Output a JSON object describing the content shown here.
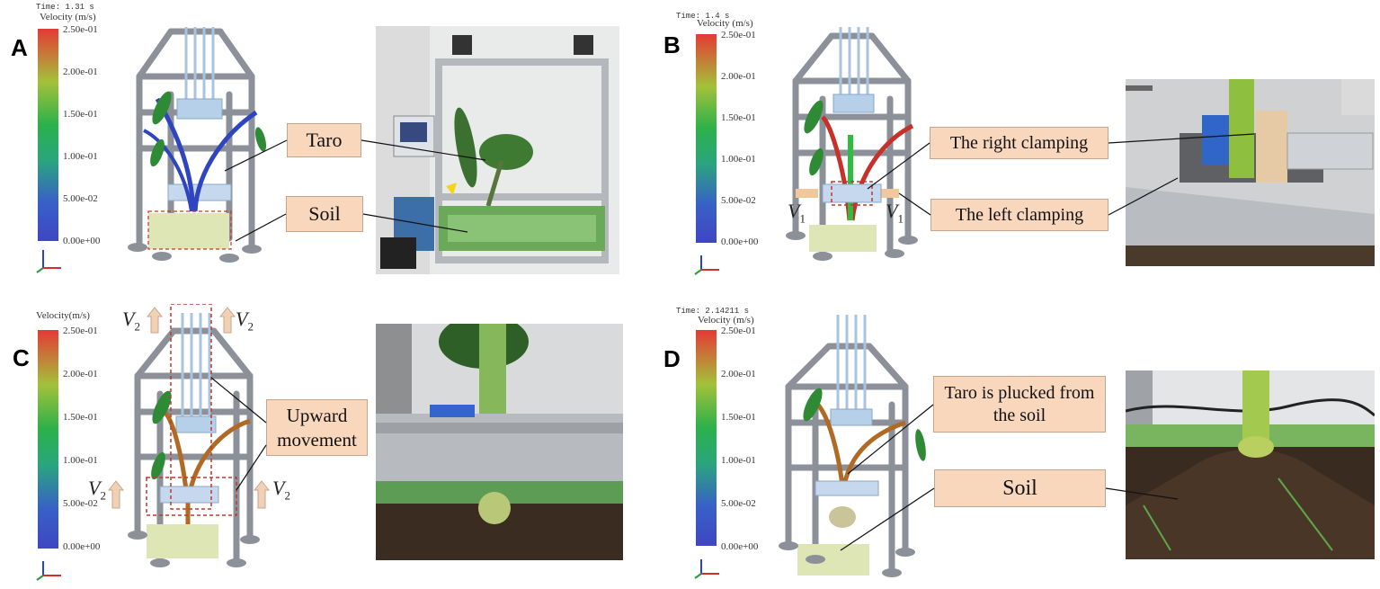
{
  "colorbar": {
    "velocity_label": "Velocity (m/s)",
    "ticks": [
      "2.50e-01",
      "2.00e-01",
      "1.50e-01",
      "1.00e-01",
      "5.00e-02",
      "0.00e+00"
    ],
    "colors": [
      "#e53935",
      "#a4c13a",
      "#2db14a",
      "#2aa57d",
      "#3860c8",
      "#3f46c2"
    ]
  },
  "panels": {
    "A": {
      "letter": "A",
      "time": "Time: 1.31 s",
      "callouts": {
        "taro": "Taro",
        "soil": "Soil"
      }
    },
    "B": {
      "letter": "B",
      "time": "Time: 1.4 s",
      "callouts": {
        "right": "The right clamping",
        "left": "The left clamping"
      },
      "v_symbol": "V",
      "v_sub": "1"
    },
    "C": {
      "letter": "C",
      "velocity_label": "Velocity(m/s)",
      "callouts": {
        "upward": "Upward movement"
      },
      "v_symbol": "V",
      "v_sub": "2"
    },
    "D": {
      "letter": "D",
      "time": "Time: 2.14211 s",
      "callouts": {
        "plucked": "Taro is plucked from the soil",
        "soil": "Soil"
      }
    }
  },
  "stem_colors": {
    "A": "#2f45c0",
    "B": "#c8302a",
    "C": "#b06a25",
    "D": "#b06a25"
  }
}
